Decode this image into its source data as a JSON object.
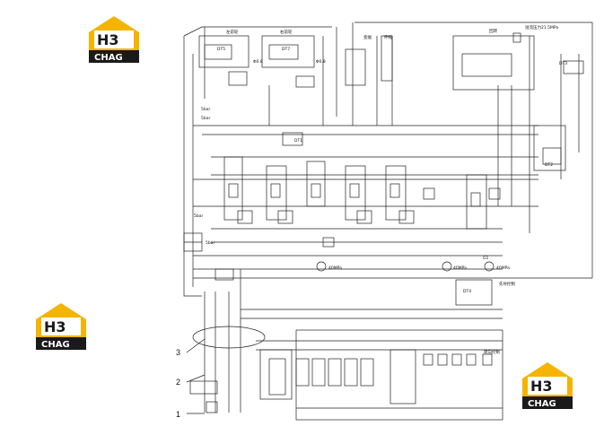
{
  "brand": {
    "mark": "H3",
    "name": "CHAG",
    "colors": {
      "yellow": "#f4b400",
      "dark": "#1a1a1a",
      "white": "#ffffff"
    }
  },
  "diagram": {
    "line_color": "#222222",
    "callouts": [
      "3",
      "2",
      "1"
    ],
    "labels": {
      "top_valve_1": "左前轮",
      "top_valve_2": "右前轮",
      "dt5": "DT5",
      "dt7": "DT7",
      "ratio_1": "Φ0.8",
      "ratio_2": "Φ0.8",
      "cyl_1": "变幅",
      "cyl_2": "伸缩",
      "slew": "回转",
      "pressure_top": "溢流压力21.5MPa",
      "dt3": "DT3",
      "note_5bar_a": "5bar",
      "note_5bar_b": "5bar",
      "dt1": "DT1",
      "dt2": "DT2",
      "bar_5": "5bar",
      "bar_5b": "5bar",
      "g1": "G1",
      "mpa_a": "40MPa",
      "mpa_b": "40MPa",
      "mpa_c": "40MPa",
      "dt4": "DT4",
      "pilot": "先导控制",
      "bottom_tag": "转向控制"
    }
  }
}
